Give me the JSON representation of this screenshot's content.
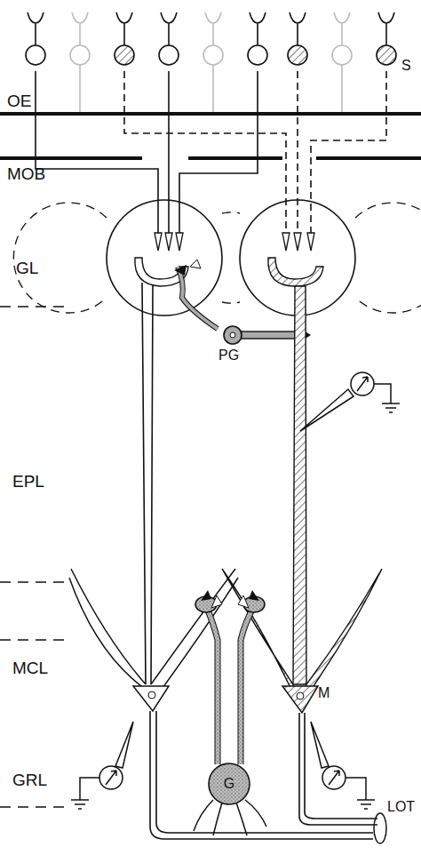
{
  "diagram": {
    "labels": [
      "S",
      "OE",
      "MOB",
      "GL",
      "PG",
      "EPL",
      "M",
      "MCL",
      "G",
      "GRL",
      "LOT"
    ]
  }
}
